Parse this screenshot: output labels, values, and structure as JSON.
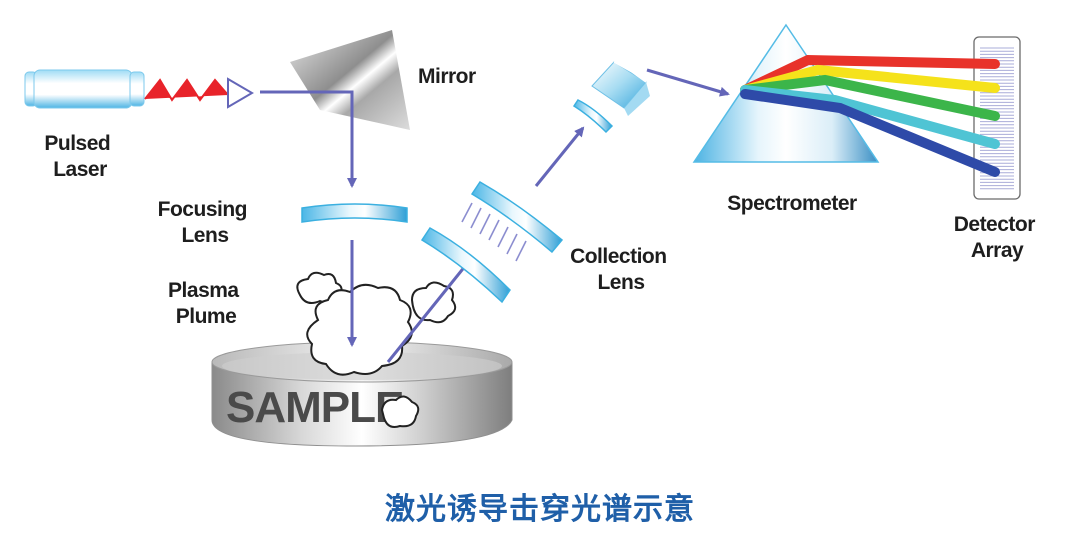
{
  "diagram": {
    "title": "激光诱导击穿光谱示意",
    "labels": {
      "pulsed_laser": [
        "Pulsed",
        "Laser"
      ],
      "mirror": "Mirror",
      "focusing_lens": [
        "Focusing",
        "Lens"
      ],
      "plasma_plume": [
        "Plasma",
        "Plume"
      ],
      "sample": "SAMPLE",
      "collection_lens": [
        "Collection",
        "Lens"
      ],
      "spectrometer": "Spectrometer",
      "detector_array": [
        "Detector",
        "Array"
      ]
    },
    "colors": {
      "beam": "#6466b8",
      "laser_pulse": "#e8232a",
      "lens": "#3bb0e0",
      "title": "#1f5fa8",
      "spectrum": [
        "#e8322a",
        "#f5e21b",
        "#3cb54a",
        "#4fc4d4",
        "#2e4aa8"
      ]
    },
    "spectrum_bands": [
      "red",
      "yellow",
      "green",
      "cyan",
      "blue"
    ]
  }
}
